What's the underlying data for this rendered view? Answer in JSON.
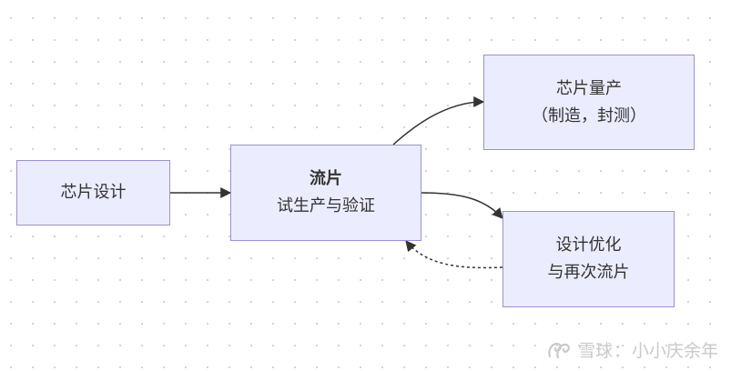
{
  "nodes": {
    "design": {
      "label": "芯片设计"
    },
    "tapeout": {
      "title": "流片",
      "subtitle": "试生产与验证"
    },
    "mass_production": {
      "line1": "芯片量产",
      "line2": "（制造，封测）"
    },
    "optimize": {
      "line1": "设计优化",
      "line2": "与再次流片"
    }
  },
  "colors": {
    "node_fill": "#ececff",
    "node_border": "#9c8fd6",
    "edge": "#333333",
    "text": "#333333"
  },
  "watermark": {
    "brand": "雪球",
    "separator": "：",
    "author": "小小庆余年"
  }
}
